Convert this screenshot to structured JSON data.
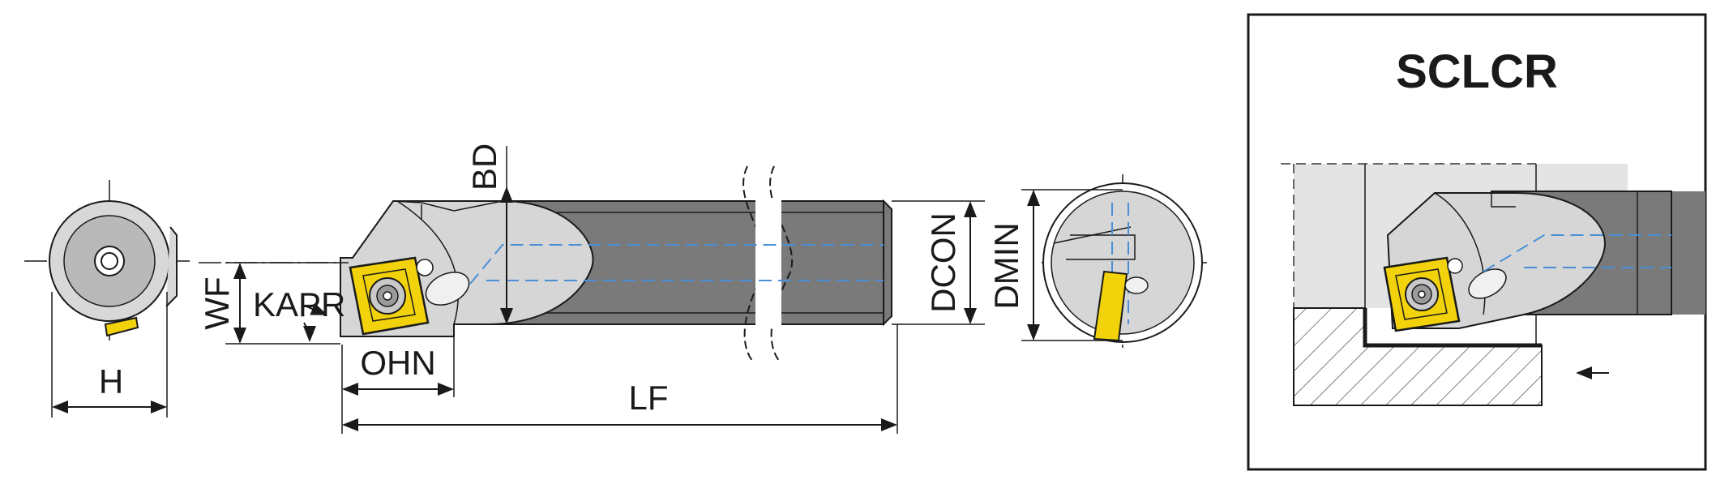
{
  "dimensions": {
    "h": "H",
    "wf": "WF",
    "kapr": "KAPR",
    "ohn": "OHN",
    "bd": "BD",
    "lf": "LF",
    "dcon": "DCON",
    "dmin": "DMIN"
  },
  "panel": {
    "title": "SCLCR"
  },
  "colors": {
    "insert": "#f2d20a",
    "shank": "#7a7a7a",
    "head": "#d6d6d6",
    "coolant": "#4a8fd6",
    "outline": "#1a1a1a"
  }
}
